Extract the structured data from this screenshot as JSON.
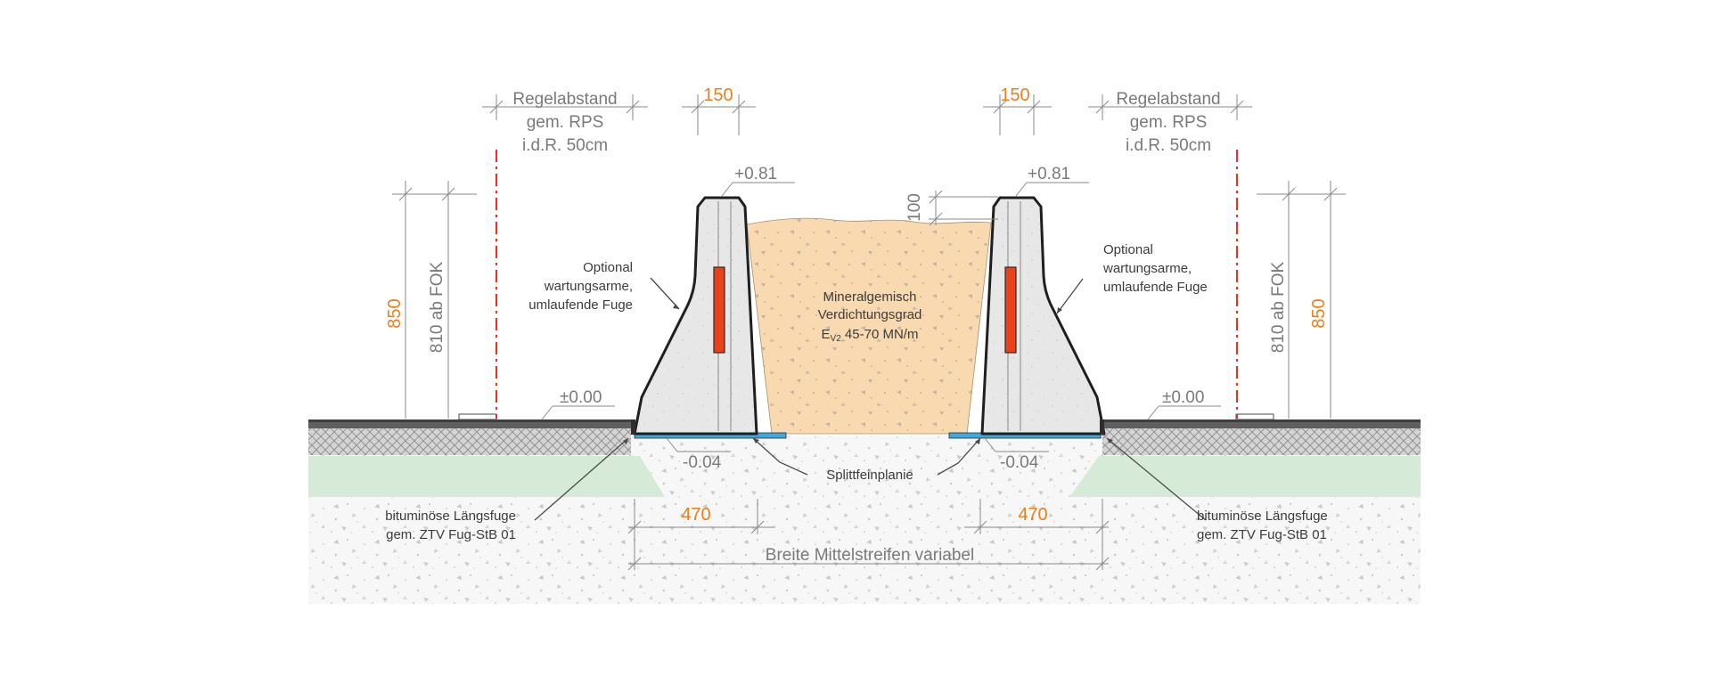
{
  "labels": {
    "regel_line1": "Regelabstand",
    "regel_line2": "gem. RPS",
    "regel_line3": "i.d.R. 50cm",
    "dim_top_width": "150",
    "dim_crown_height": "+0.81",
    "dim_fill_overheight": "100",
    "dim_total_height": "850",
    "dim_height_fok": "810 ab FOK",
    "optional_line1": "Optional",
    "optional_line2": "wartungsarme,",
    "optional_line3": "umlaufende Fuge",
    "mineral_line1": "Mineralgemisch",
    "mineral_line2": "Verdichtungsgrad",
    "mineral_ev": "E",
    "mineral_ev_sub": "V2",
    "mineral_ev_value": " 45-70 MN/m",
    "level_zero": "±0.00",
    "level_minus": "-0.04",
    "splitt": "Splittfeinplanie",
    "bitumen_line1": "bituminöse Längsfuge",
    "bitumen_line2": "gem. ZTV Fug-StB 01",
    "dim_base_width": "470",
    "breite": "Breite Mittelstreifen variabel"
  },
  "colors": {
    "accent_orange": "#ee7d1a",
    "reflector_red": "#e8411c",
    "axis_red": "#d83a2a",
    "asphalt_dark": "#5c5c5c",
    "gravel_layer": "#d2d2d2",
    "frost_layer": "#d6ead8",
    "fill_sand": "#f8d9b0",
    "barrier_concrete": "#e6e6e6",
    "splitt_blue": "#3fa9dc"
  }
}
